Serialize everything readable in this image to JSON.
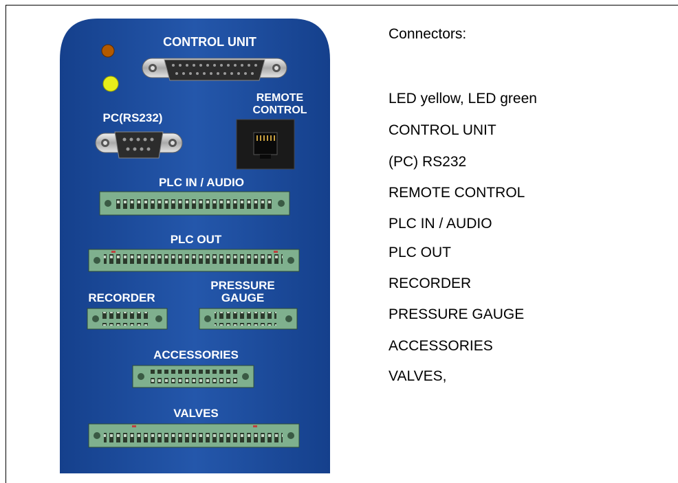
{
  "panel": {
    "labels": {
      "control_unit": "CONTROL UNIT",
      "remote_control_1": "REMOTE",
      "remote_control_2": "CONTROL",
      "pc_rs232": "PC(RS232)",
      "plc_in_audio": "PLC IN  /  AUDIO",
      "plc_out": "PLC OUT",
      "recorder": "RECORDER",
      "pressure_gauge_1": "PRESSURE",
      "pressure_gauge_2": "GAUGE",
      "accessories": "ACCESSORIES",
      "valves": "VALVES"
    },
    "colors": {
      "panel_blue": "#1f4fa0",
      "terminal_green": "#7fb08e",
      "led_orange": "#b35a00",
      "led_yellow": "#e8ee1a"
    }
  },
  "legend": {
    "heading": "Connectors:",
    "items": [
      "LED yellow, LED green",
      "CONTROL UNIT",
      "(PC) RS232",
      "REMOTE CONTROL",
      "PLC IN / AUDIO",
      "PLC OUT",
      "RECORDER",
      "PRESSURE GAUGE",
      "ACCESSORIES",
      "VALVES,"
    ]
  }
}
